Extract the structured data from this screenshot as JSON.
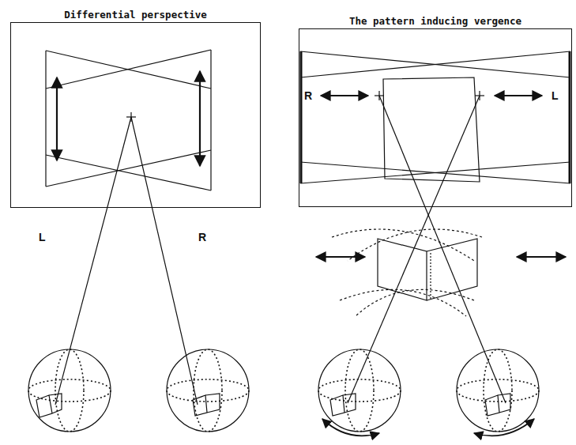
{
  "diagram": {
    "nodes": [
      {
        "text": [
          "Differential perspective"
        ]
      },
      {
        "text": [
          "The pattern inducing vergence"
        ]
      }
    ],
    "labels": [
      "L",
      "R",
      "R",
      "L"
    ]
  }
}
